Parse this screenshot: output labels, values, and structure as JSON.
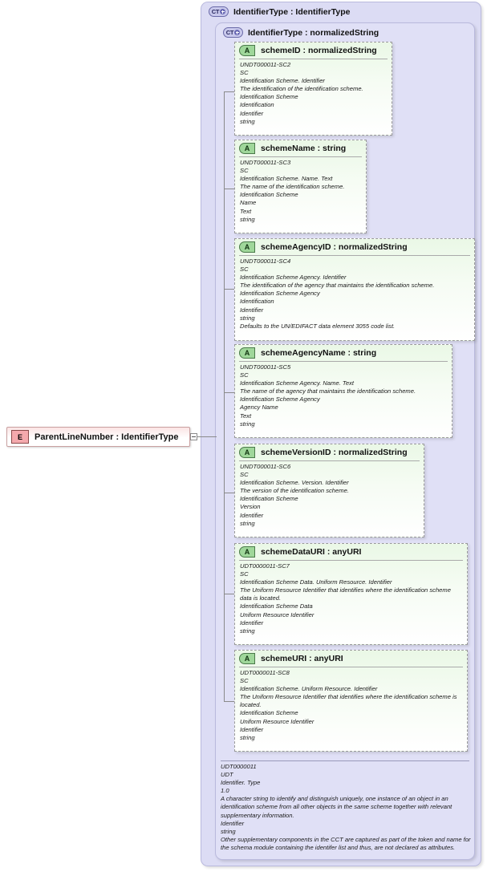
{
  "diagram": {
    "kind": "xsd-schema-diagram",
    "element": {
      "badge": "E",
      "label": "ParentLineNumber : IdentifierType"
    },
    "outer_type": {
      "badge": "CT",
      "title": "IdentifierType : IdentifierType"
    },
    "inner_type": {
      "badge": "CT",
      "title": "IdentifierType : normalizedString"
    },
    "attributes": [
      {
        "badge": "A",
        "name": "schemeID : normalizedString",
        "doc": [
          "UNDT000011-SC2",
          "SC",
          "Identification Scheme. Identifier",
          "The identification of the identification scheme.",
          "Identification Scheme",
          "Identification",
          "Identifier",
          "string"
        ]
      },
      {
        "badge": "A",
        "name": "schemeName : string",
        "doc": [
          "UNDT000011-SC3",
          "SC",
          "Identification Scheme. Name. Text",
          "The name of the identification scheme.",
          "Identification Scheme",
          "Name",
          "Text",
          "string"
        ]
      },
      {
        "badge": "A",
        "name": "schemeAgencyID : normalizedString",
        "doc": [
          "UNDT000011-SC4",
          "SC",
          "Identification Scheme Agency. Identifier",
          "The identification of the agency that maintains the identification scheme.",
          "Identification Scheme Agency",
          "Identification",
          "Identifier",
          "string",
          "Defaults to the UN/EDIFACT data element 3055 code list."
        ]
      },
      {
        "badge": "A",
        "name": "schemeAgencyName : string",
        "doc": [
          "UNDT000011-SC5",
          "SC",
          "Identification Scheme Agency. Name. Text",
          "The name of the agency that maintains the identification scheme.",
          "Identification Scheme Agency",
          "Agency Name",
          "Text",
          "string"
        ]
      },
      {
        "badge": "A",
        "name": "schemeVersionID : normalizedString",
        "doc": [
          "UNDT000011-SC6",
          "SC",
          "Identification Scheme. Version. Identifier",
          "The version of the identification scheme.",
          "Identification Scheme",
          "Version",
          "Identifier",
          "string"
        ]
      },
      {
        "badge": "A",
        "name": "schemeDataURI : anyURI",
        "doc": [
          "UDT0000011-SC7",
          "SC",
          "Identification Scheme Data. Uniform Resource. Identifier",
          "The Uniform Resource Identifier that identifies where the identification scheme data is located.",
          "Identification Scheme Data",
          "Uniform Resource Identifier",
          "Identifier",
          "string"
        ]
      },
      {
        "badge": "A",
        "name": "schemeURI : anyURI",
        "doc": [
          "UDT0000011-SC8",
          "SC",
          "Identification Scheme. Uniform Resource. Identifier",
          "The Uniform Resource Identifier that identifies where the identification scheme is located.",
          "Identification Scheme",
          "Uniform Resource Identifier",
          "Identifier",
          "string"
        ]
      }
    ],
    "type_documentation": [
      "UDT0000011",
      "UDT",
      "Identifier. Type",
      "1.0",
      "A character string to identify and distinguish uniquely, one instance of an object in an identification scheme from all other objects in the same scheme together with relevant supplementary information.",
      "Identifier",
      "string",
      "Other supplementary components in the CCT are captured as part of the token and name for the schema module containing the identifer list and thus, are not declared as attributes."
    ]
  },
  "colors": {
    "container_fill": "#dcdcf4",
    "container_border": "#b9b9dd",
    "attribute_fill": "#eaf8e6",
    "attribute_badge": "#9fd79a",
    "element_fill": "#fbe4e4",
    "element_badge": "#f4a9ad",
    "connector": "#8a8a8a"
  }
}
